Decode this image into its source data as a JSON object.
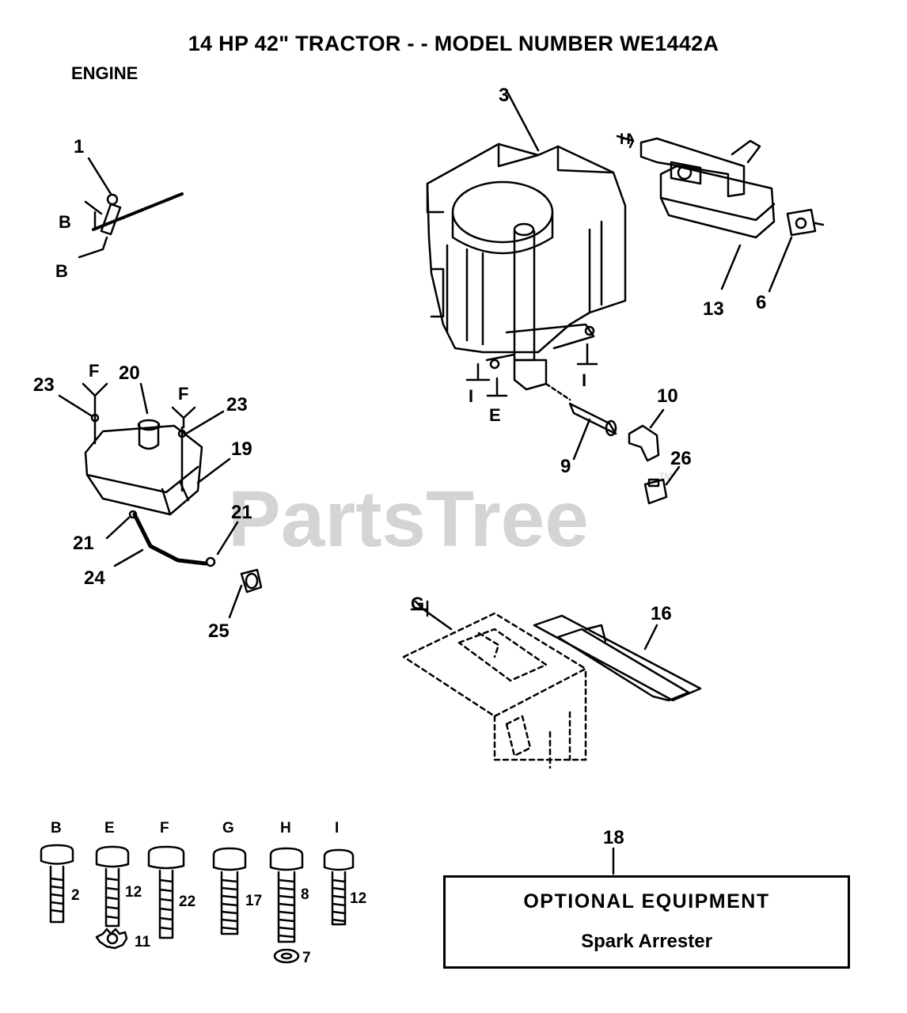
{
  "header": {
    "title": "14 HP 42\" TRACTOR - - MODEL NUMBER WE1442A",
    "section": "ENGINE"
  },
  "watermark": {
    "text": "PartsTree",
    "tm": "TM"
  },
  "callouts": {
    "c1": "1",
    "c2": "2",
    "c3": "3",
    "c6": "6",
    "c7": "7",
    "c8": "8",
    "c9": "9",
    "c10": "10",
    "c11": "11",
    "c12a": "12",
    "c12b": "12",
    "c13": "13",
    "c16": "16",
    "c17": "17",
    "c18": "18",
    "c19": "19",
    "c20": "20",
    "c21a": "21",
    "c21b": "21",
    "c22": "22",
    "c23a": "23",
    "c23b": "23",
    "c24": "24",
    "c25": "25",
    "c26": "26"
  },
  "refs": {
    "b1": "B",
    "b2": "B",
    "f1": "F",
    "f2": "F",
    "e1": "E",
    "i1": "I",
    "i2": "I",
    "g1": "G",
    "h1": "H"
  },
  "hardware": {
    "b": "B",
    "e": "E",
    "f": "F",
    "g": "G",
    "h": "H",
    "i": "I"
  },
  "optional": {
    "heading": "OPTIONAL EQUIPMENT",
    "item": "Spark Arrester"
  }
}
